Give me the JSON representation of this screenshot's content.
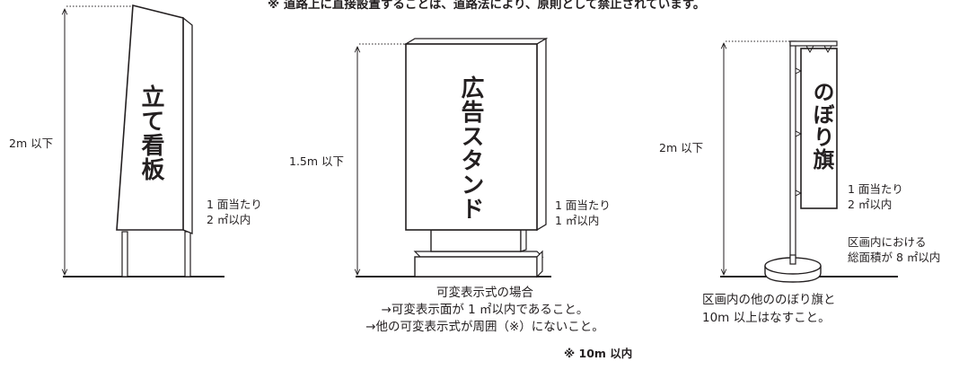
{
  "top_note": "※ 道路上に直接設置することは、道路法により、原則として禁止されています。",
  "sign1": {
    "name": "立て看板",
    "height_label": "2m 以下",
    "area_line1": "1 面当たり",
    "area_line2": "2 ㎡以内"
  },
  "sign2": {
    "name": "広告スタンド",
    "height_label": "1.5m 以下",
    "area_line1": "1 面当たり",
    "area_line2": "1 ㎡以内",
    "condition_title": "可変表示式の場合",
    "condition_1": "→可変表示面が 1 ㎡以内であること。",
    "condition_2": "→他の可変表示式が周囲（※）にないこと。",
    "footnote": "※ 10m 以内"
  },
  "sign3": {
    "name": "のぼり旗",
    "height_label": "2m 以下",
    "area_line1": "1 面当たり",
    "area_line2": "2 ㎡以内",
    "total_line1": "区画内における",
    "total_line2": "総面積が 8 ㎡以内",
    "condition_1": "区画内の他ののぼり旗と",
    "condition_2": "10m 以上はなすこと。"
  }
}
